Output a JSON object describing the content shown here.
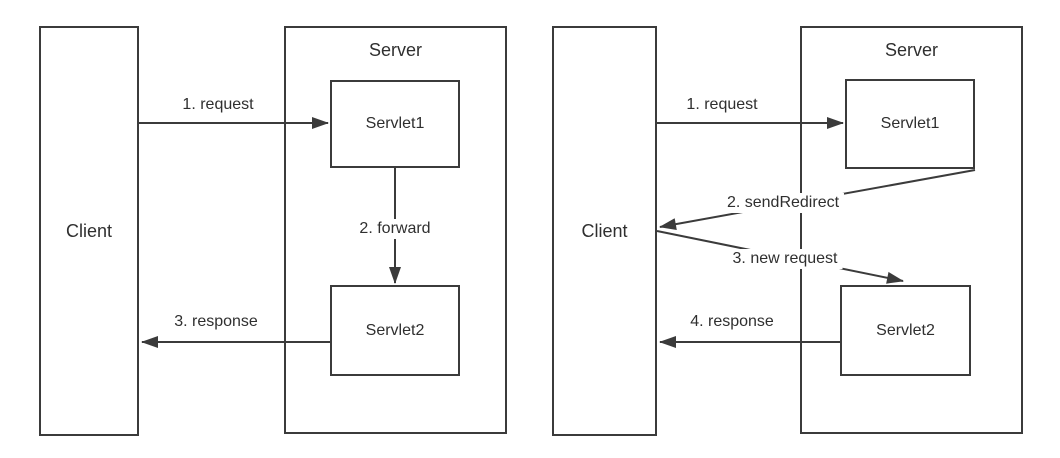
{
  "title": "Servlet forward vs sendRedirect diagram",
  "colors": {
    "line": "#3b3b3b",
    "text": "#2f2f2f",
    "background": "#ffffff"
  },
  "diagrams": [
    {
      "id": "forward-flow",
      "client": "Client",
      "server": "Server",
      "servlet1": "Servlet1",
      "servlet2": "Servlet2",
      "arrows": {
        "request": "1. request",
        "forward": "2. forward",
        "response": "3. response"
      }
    },
    {
      "id": "redirect-flow",
      "client": "Client",
      "server": "Server",
      "servlet1": "Servlet1",
      "servlet2": "Servlet2",
      "arrows": {
        "request": "1. request",
        "sendRedirect": "2. sendRedirect",
        "newRequest": "3. new request",
        "response": "4. response"
      }
    }
  ]
}
